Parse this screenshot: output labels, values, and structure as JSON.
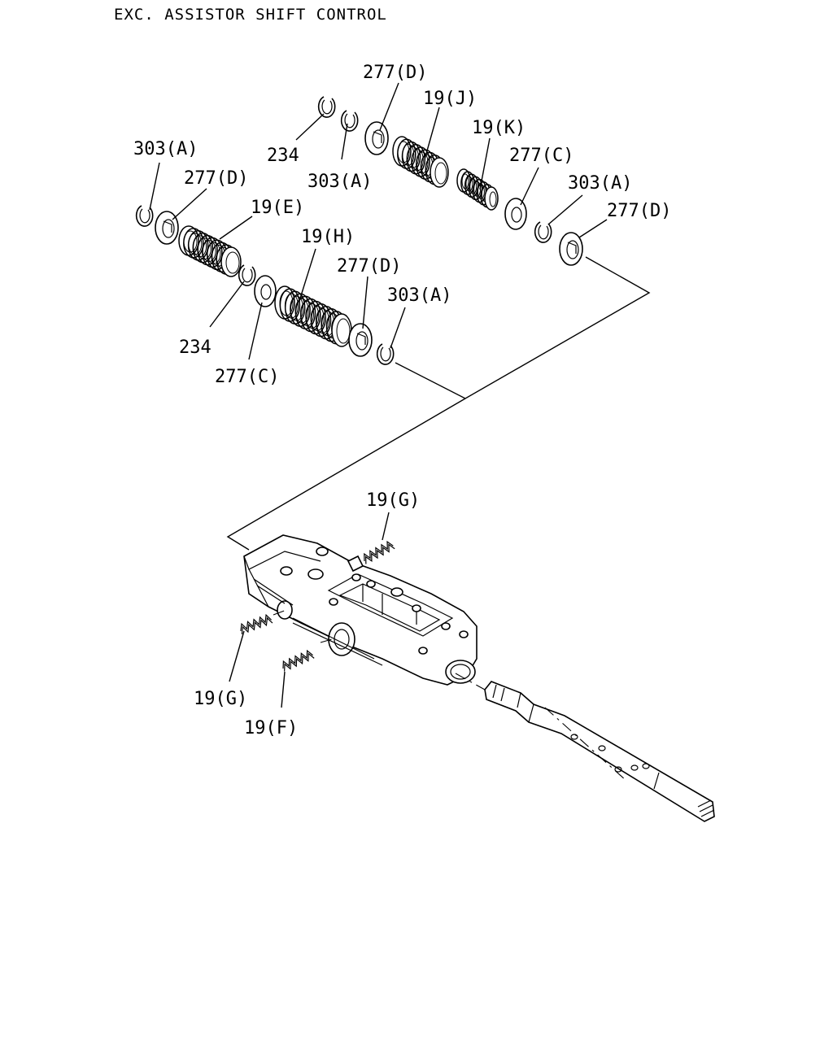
{
  "title": "EXC. ASSISTOR SHIFT CONTROL",
  "callouts": [
    {
      "id": "c1",
      "text": "277(D)"
    },
    {
      "id": "c2",
      "text": "19(J)"
    },
    {
      "id": "c3",
      "text": "19(K)"
    },
    {
      "id": "c4",
      "text": "303(A)"
    },
    {
      "id": "c5",
      "text": "234"
    },
    {
      "id": "c6",
      "text": "277(D)"
    },
    {
      "id": "c7",
      "text": "303(A)"
    },
    {
      "id": "c8",
      "text": "277(C)"
    },
    {
      "id": "c9",
      "text": "303(A)"
    },
    {
      "id": "c10",
      "text": "277(D)"
    },
    {
      "id": "c11",
      "text": "19(E)"
    },
    {
      "id": "c12",
      "text": "19(H)"
    },
    {
      "id": "c13",
      "text": "277(D)"
    },
    {
      "id": "c14",
      "text": "303(A)"
    },
    {
      "id": "c15",
      "text": "234"
    },
    {
      "id": "c16",
      "text": "277(C)"
    },
    {
      "id": "c17",
      "text": "19(G)"
    },
    {
      "id": "c18",
      "text": "19(G)"
    },
    {
      "id": "c19",
      "text": "19(F)"
    }
  ]
}
